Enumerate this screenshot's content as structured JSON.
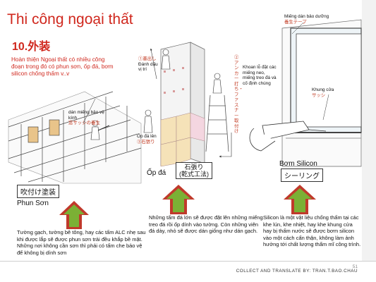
{
  "title": "Thi công ngoại thất",
  "subtitle": "10.外装",
  "intro": "Hoàn thiện Ngoại thất có nhiều công đoạn trong đó có phun sơn, ốp đá, bơm silicon chống thấm v..v",
  "left_panel": {
    "label_vn": "dán miếng bảo vệ kính",
    "label_jp": "窓サッシの養生",
    "box_label": "吹付け塗装",
    "caption": "Phun Sơn",
    "description": "Tường gạch, tường bê tông, hay các tấm ALC nhẹ sau khi được lắp sẽ được phun sơn trải đều khắp bề mặt. Những nơi không cần sơn thì phải có tấm che bảo vệ để không bị dính sơn"
  },
  "middle_panel": {
    "step1_jp": "①墨出し",
    "step1_vn": "Đánh dấu vị trí",
    "step2_jp": "②アンカー打ち・ファスナー取付け",
    "step2_vn": "Khoan lỗ đặt các miếng neo, miếng treo đá và cố định chúng",
    "step3_vn": "Ốp đá lên",
    "step3_jp": "③石張り",
    "box_label_1": "石張り",
    "box_label_2": "(乾式工法)",
    "caption": "Ốp đá",
    "description": "Những tấm đá lớn sẽ được đặt lên những miếng treo đá rồi ốp dính vào tường. Còn những viên đá dày, nhỏ sẽ được dán giống như dán gạch."
  },
  "right_panel": {
    "tape_label_vn": "Miếng dán bảo dưỡng",
    "tape_label_jp": "養生テープ",
    "frame_label_vn": "Khung cửa",
    "frame_label_jp": "サッシ",
    "caption": "Bơm Silicon",
    "box_label": "シーリング",
    "description": "Silicon là một vật liệu chống thấm tại các khe lún, khe nhiệt, hay khe khung cửa hay bị thấm nước sẽ được bơm silicon vào một cách cẩn thận, không làm ảnh hưởng tới chất lượng thẩm mĩ công trình."
  },
  "footer": "COLLECT AND TRANSLATE BY: TRAN.T.BAO.CHAU",
  "page_number": "51",
  "colors": {
    "title_red": "#d0281e",
    "arrow_green": "#7bb035",
    "arrow_red": "#c0392b"
  }
}
